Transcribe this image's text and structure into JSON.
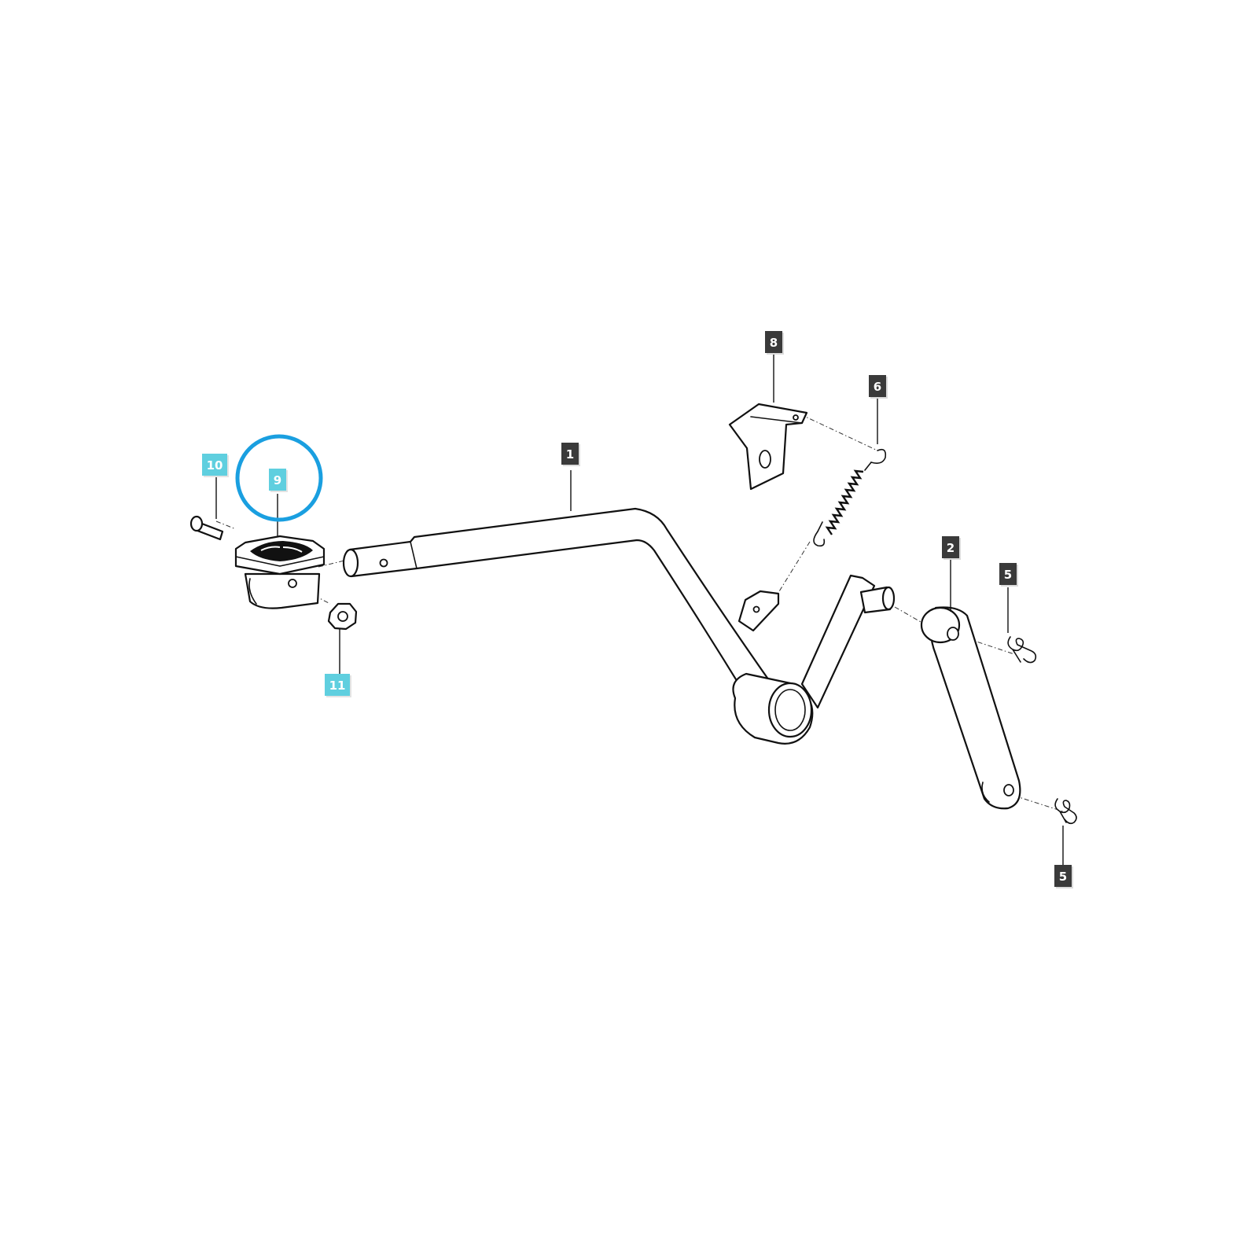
{
  "callouts": [
    {
      "id": "c1",
      "number": "1",
      "style": "dark"
    },
    {
      "id": "c2",
      "number": "2",
      "style": "dark"
    },
    {
      "id": "c5a",
      "number": "5",
      "style": "dark"
    },
    {
      "id": "c5b",
      "number": "5",
      "style": "dark"
    },
    {
      "id": "c6",
      "number": "6",
      "style": "dark"
    },
    {
      "id": "c8",
      "number": "8",
      "style": "dark"
    },
    {
      "id": "c9",
      "number": "9",
      "style": "highlight"
    },
    {
      "id": "c10",
      "number": "10",
      "style": "highlight"
    },
    {
      "id": "c11",
      "number": "11",
      "style": "highlight"
    }
  ],
  "colors": {
    "dark_callout_bg": "#3a3a3a",
    "dark_callout_text": "#ffffff",
    "highlight_callout_bg": "#5fcfdf",
    "highlight_callout_text": "#ffffff",
    "focus_circle": "#1a9fe0",
    "line": "#111111"
  },
  "focus": {
    "target": "9",
    "shape": "circle"
  }
}
